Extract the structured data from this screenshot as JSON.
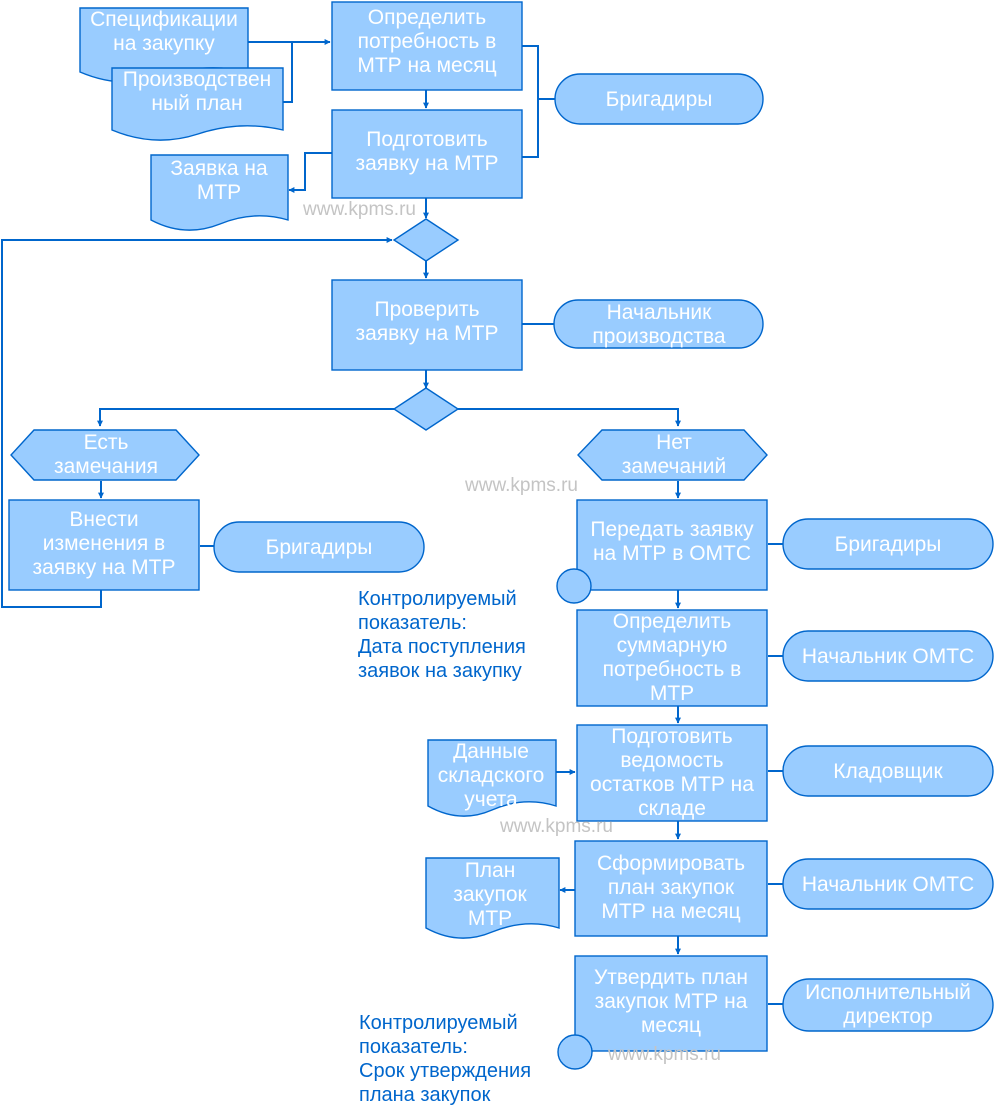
{
  "colors": {
    "fill": "#99ccff",
    "stroke": "#0066cc",
    "label": "#ffffff",
    "note": "#0066cc",
    "watermark": "#c4c4c4"
  },
  "docs": {
    "specs": [
      "Спецификации",
      "на закупку"
    ],
    "prod_plan": [
      "Производствен",
      "ный план"
    ],
    "request_doc": [
      "Заявка на",
      "МТР"
    ],
    "warehouse_data": [
      "Данные",
      "складского",
      "учета"
    ],
    "purchase_plan_doc": [
      "План",
      "закупок",
      "МТР"
    ]
  },
  "steps": {
    "determine_need": [
      "Определить",
      "потребность в",
      "МТР на месяц"
    ],
    "prepare_request": [
      "Подготовить",
      "заявку на МТР"
    ],
    "check_request": [
      "Проверить",
      "заявку на МТР"
    ],
    "make_changes": [
      "Внести",
      "изменения в",
      "заявку на МТР"
    ],
    "send_request": [
      "Передать заявку",
      "на МТР в ОМТС"
    ],
    "total_need": [
      "Определить",
      "суммарную",
      "потребность в",
      "МТР"
    ],
    "prepare_statement": [
      "Подготовить",
      "ведомость",
      "остатков МТР на",
      "складе"
    ],
    "form_plan": [
      "Сформировать",
      "план закупок",
      "МТР на месяц"
    ],
    "approve_plan": [
      "Утвердить план",
      "закупок МТР на",
      "месяц"
    ]
  },
  "roles": {
    "brigadiers_1": [
      "Бригадиры"
    ],
    "production_head": [
      "Начальник",
      "производства"
    ],
    "brigadiers_2": [
      "Бригадиры"
    ],
    "brigadiers_3": [
      "Бригадиры"
    ],
    "omts_head_1": [
      "Начальник ОМТС"
    ],
    "storekeeper": [
      "Кладовщик"
    ],
    "omts_head_2": [
      "Начальник ОМТС"
    ],
    "exec_director": [
      "Исполнительный",
      "директор"
    ]
  },
  "conditions": {
    "has_remarks": [
      "Есть",
      "замечания"
    ],
    "no_remarks": [
      "Нет",
      "замечаний"
    ]
  },
  "notes": {
    "kpi_1": [
      "Контролируемый",
      "показатель:",
      "Дата поступления",
      "заявок на закупку"
    ],
    "kpi_2": [
      "Контролируемый",
      "показатель:",
      "Срок утверждения",
      "плана закупок"
    ]
  },
  "watermark": "www.kpms.ru"
}
